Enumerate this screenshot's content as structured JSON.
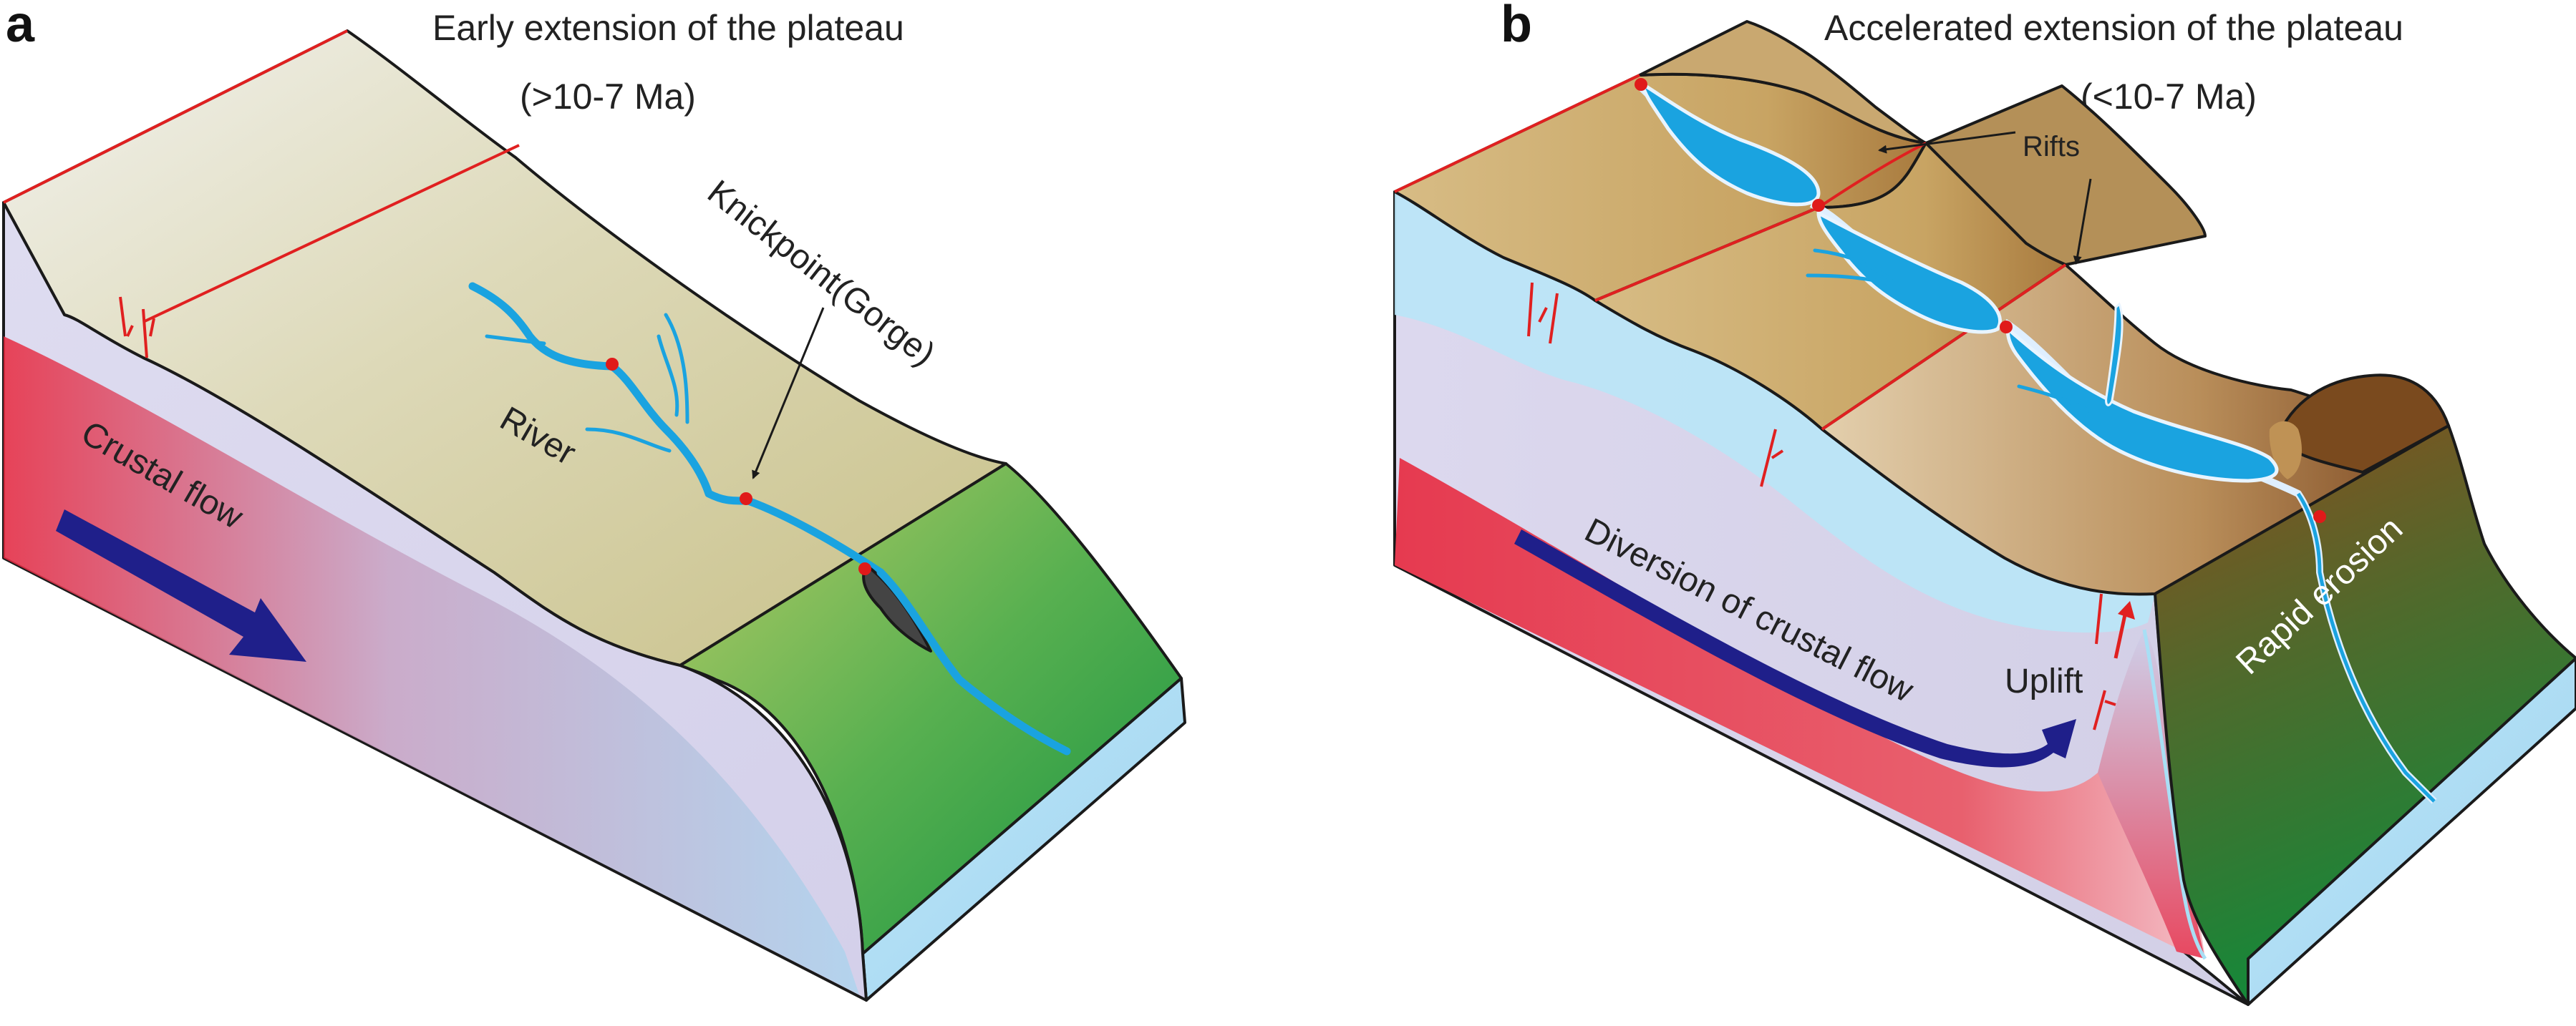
{
  "panel_a": {
    "letter": "a",
    "title": "Early extension of the plateau",
    "age": "(>10-7 Ma)",
    "labels": {
      "knickpoint": "Knickpoint(Gorge)",
      "river": "River",
      "crustal_flow": "Crustal flow"
    }
  },
  "panel_b": {
    "letter": "b",
    "title": "Accelerated extension of the plateau",
    "age": "(<10-7 Ma)",
    "labels": {
      "rifts": "Rifts",
      "diversion": "Diversion of crustal flow",
      "uplift": "Uplift",
      "rapid_erosion": "Rapid erosion"
    }
  },
  "colors": {
    "plateau_surface": "#d6cfa0",
    "green_slope": "#1f8f3a",
    "crust_section": "#dcdcf0",
    "hot_crust": "#e8304a",
    "water": "#1aa3e0",
    "fault": "#e02020",
    "flow_arrow": "#1f1f8a",
    "brown_slope": "#8a4a20",
    "tan_block": "#c9a86a"
  }
}
